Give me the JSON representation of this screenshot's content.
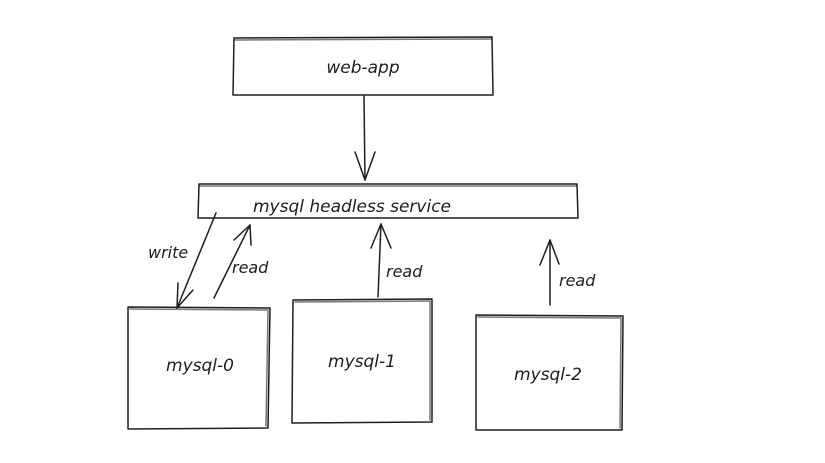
{
  "nodes": {
    "web_app": "web-app",
    "service": "mysql headless service",
    "mysql_0": "mysql-0",
    "mysql_1": "mysql-1",
    "mysql_2": "mysql-2"
  },
  "edges": {
    "write": "write",
    "read_0": "read",
    "read_1": "read",
    "read_2": "read"
  }
}
